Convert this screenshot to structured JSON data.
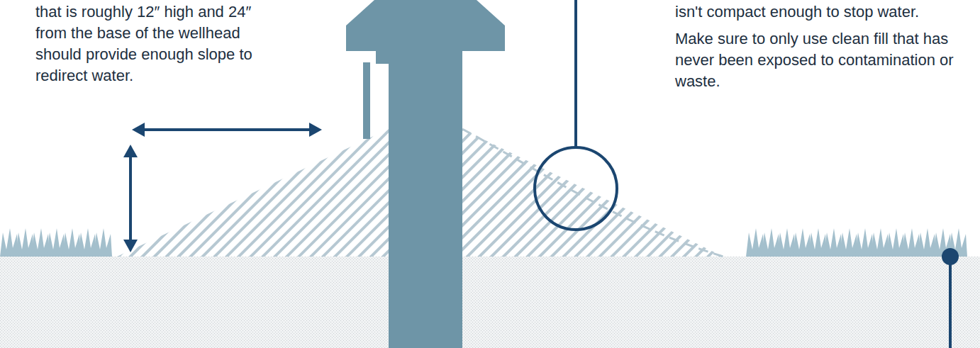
{
  "diagram": {
    "labels": [
      "that is roughly 12″ high and 24″ from the base of the wellhead should provide enough slope to redirect water.",
      "isn't compact enough to stop water.",
      "Make sure to only use clean fill that has never been exposed to contamination or waste."
    ]
  }
}
